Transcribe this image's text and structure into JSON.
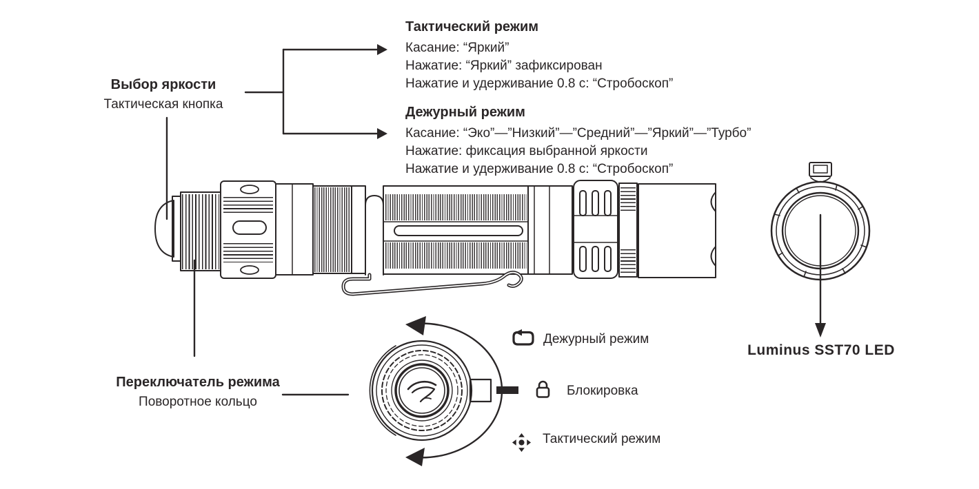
{
  "colors": {
    "ink": "#2a2627",
    "background": "#ffffff"
  },
  "callouts": {
    "tactical_mode": {
      "title": "Тактический режим",
      "lines": [
        "Касание: “Яркий”",
        "Нажатие: “Яркий” зафиксирован",
        "Нажатие и удерживание 0.8 с: “Стробоскоп”"
      ]
    },
    "duty_mode": {
      "title": "Дежурный режим",
      "lines": [
        "Касание: “Эко”—”Низкий”—”Средний”—”Яркий”—”Турбо”",
        "Нажатие: фиксация выбранной яркости",
        "Нажатие и удерживание 0.8 с: “Стробоскоп”"
      ]
    },
    "brightness_switch": {
      "title": "Выбор яркости",
      "subtitle": "Тактическая кнопка"
    },
    "mode_switch": {
      "title": "Переключатель режима",
      "subtitle": "Поворотное кольцо"
    },
    "led": {
      "label": "Luminus SST70 LED"
    }
  },
  "ring_legend": [
    {
      "icon": "duty-cycle-icon",
      "label": "Дежурный режим"
    },
    {
      "icon": "lock-icon",
      "label": "Блокировка"
    },
    {
      "icon": "tactical-mode-icon",
      "label": "Тактический режим"
    }
  ]
}
